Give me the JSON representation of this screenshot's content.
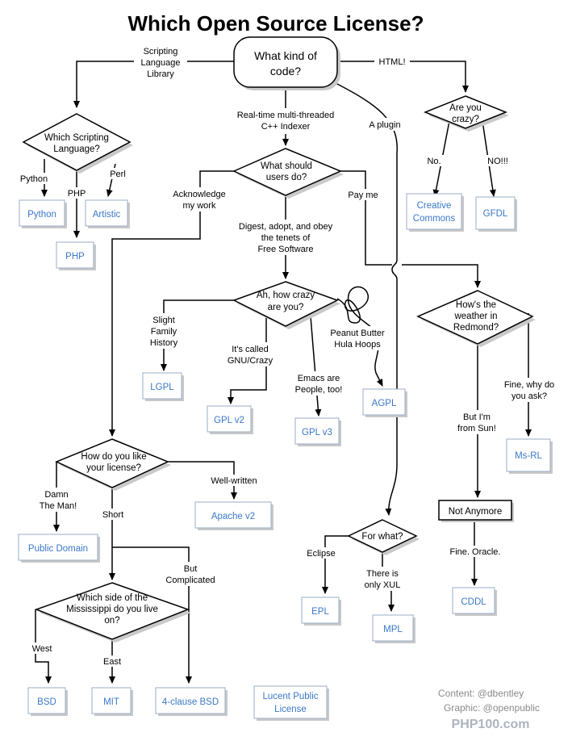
{
  "title": "Which Open Source License?",
  "questions": {
    "start": [
      "What kind of",
      "code?"
    ],
    "scripting": [
      "Which Scripting",
      "Language?"
    ],
    "users": [
      "What should",
      "users do?"
    ],
    "crazy_q": [
      "Are you",
      "crazy?"
    ],
    "how_crazy": [
      "Ah, how crazy",
      "are you?"
    ],
    "weather": [
      "How's the",
      "weather in",
      "Redmond?"
    ],
    "like_license": [
      "How do you like",
      "your license?"
    ],
    "for_what": [
      "For what?"
    ],
    "mississippi": [
      "Which side of the",
      "Mississippi do you live",
      "on?"
    ]
  },
  "labels": {
    "scripting_library": [
      "Scripting",
      "Language",
      "Library"
    ],
    "html": [
      "HTML!"
    ],
    "realtime": [
      "Real-time multi-threaded",
      "C++ Indexer"
    ],
    "plugin": [
      "A plugin"
    ],
    "python": [
      "Python"
    ],
    "php": [
      "PHP"
    ],
    "perl": [
      "Perl"
    ],
    "no": [
      "No."
    ],
    "nooo": [
      "NO!!!"
    ],
    "acknowledge": [
      "Acknowledge",
      "my work"
    ],
    "pay_me": [
      "Pay me"
    ],
    "digest": [
      "Digest, adopt, and obey",
      "the tenets of",
      "Free Software"
    ],
    "slight_family": [
      "Slight",
      "Family",
      "History"
    ],
    "gnu_crazy": [
      "It's called",
      "GNU/Crazy"
    ],
    "emacs": [
      "Emacs are",
      "People, too!"
    ],
    "peanut": [
      "Peanut Butter",
      "Hula Hoops"
    ],
    "fine_why": [
      "Fine, why do",
      "you ask?"
    ],
    "from_sun": [
      "But I'm",
      "from Sun!"
    ],
    "damn_man": [
      "Damn",
      "The Man!"
    ],
    "short": [
      "Short"
    ],
    "well_written": [
      "Well-written"
    ],
    "but_complicated": [
      "But",
      "Complicated"
    ],
    "eclipse": [
      "Eclipse"
    ],
    "xul": [
      "There is",
      "only XUL"
    ],
    "fine_oracle": [
      "Fine. Oracle."
    ],
    "west": [
      "West"
    ],
    "east": [
      "East"
    ]
  },
  "licenses": {
    "python": [
      "Python"
    ],
    "artistic": [
      "Artistic"
    ],
    "php": [
      "PHP"
    ],
    "creative_commons": [
      "Creative",
      "Commons"
    ],
    "gfdl": [
      "GFDL"
    ],
    "lgpl": [
      "LGPL"
    ],
    "gplv2": [
      "GPL v2"
    ],
    "gplv3": [
      "GPL v3"
    ],
    "agpl": [
      "AGPL"
    ],
    "msrl": [
      "Ms-RL"
    ],
    "apache": [
      "Apache v2"
    ],
    "public_domain": [
      "Public Domain"
    ],
    "not_anymore": [
      "Not Anymore"
    ],
    "epl": [
      "EPL"
    ],
    "mpl": [
      "MPL"
    ],
    "cddl": [
      "CDDL"
    ],
    "bsd": [
      "BSD"
    ],
    "mit": [
      "MIT"
    ],
    "bsd4": [
      "4-clause BSD"
    ],
    "lucent": [
      "Lucent Public",
      "License"
    ]
  },
  "credit": {
    "content": "Content: @dbentley",
    "graphic": "Graphic: @openpublic"
  },
  "watermark": "PHP100.com"
}
